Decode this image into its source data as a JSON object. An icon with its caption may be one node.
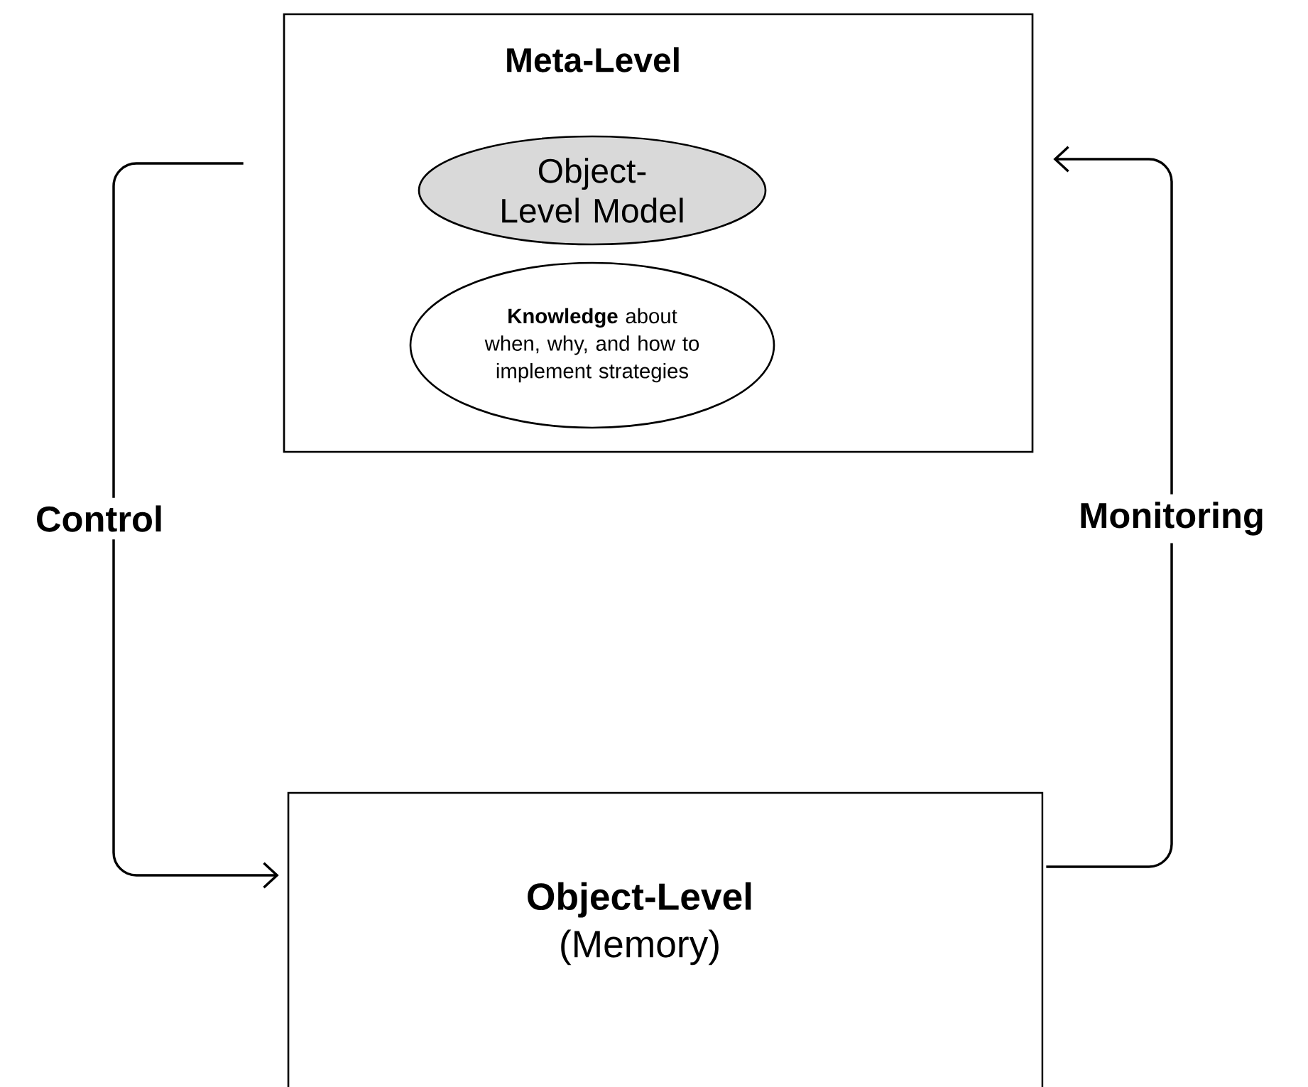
{
  "diagram": {
    "nodes": [
      {
        "text": [
          "Meta-Level"
        ]
      },
      {
        "text": [
          "Object-Level Model"
        ],
        "in": 0
      },
      {
        "text": [
          "**Knowledge** about when, why, and how to implement strategies"
        ],
        "in": 0
      },
      {
        "text": [
          "Object-Level",
          "(Memory)"
        ]
      }
    ],
    "edges": [
      {
        "from": 0,
        "to": 3,
        "arrow": "to",
        "label": "Control"
      },
      {
        "from": 3,
        "to": 0,
        "arrow": "to",
        "label": "Monitoring"
      }
    ]
  }
}
